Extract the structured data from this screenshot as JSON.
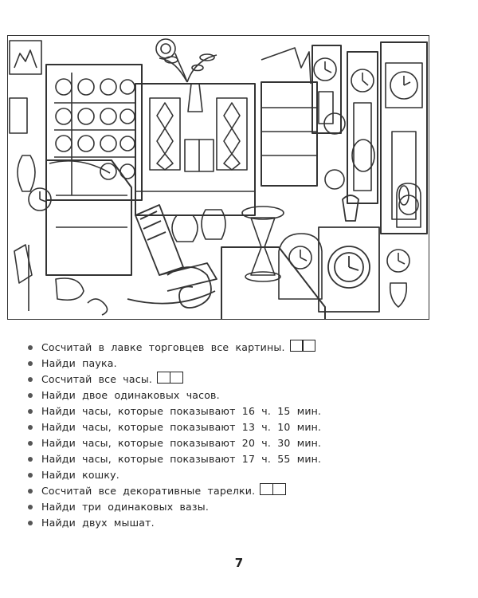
{
  "tasks": [
    {
      "text": "Сосчитай в лавке торговцев все картины.",
      "answer_boxes": 2
    },
    {
      "text": "Найди паука.",
      "answer_boxes": 0
    },
    {
      "text": "Сосчитай все часы.",
      "answer_boxes": 2
    },
    {
      "text": "Найди двое одинаковых часов.",
      "answer_boxes": 0
    },
    {
      "text": "Найди часы, которые показывают 16 ч. 15 мин.",
      "answer_boxes": 0
    },
    {
      "text": "Найди часы, которые показывают 13 ч. 10 мин.",
      "answer_boxes": 0
    },
    {
      "text": "Найди часы, которые показывают 20 ч. 30 мин.",
      "answer_boxes": 0
    },
    {
      "text": "Найди часы, которые показывают 17 ч. 55 мин.",
      "answer_boxes": 0
    },
    {
      "text": "Найди кошку.",
      "answer_boxes": 0
    },
    {
      "text": "Сосчитай все декоративные тарелки.",
      "answer_boxes": 2
    },
    {
      "text": "Найди три одинаковых вазы.",
      "answer_boxes": 0
    },
    {
      "text": "Найди двух мышат.",
      "answer_boxes": 0
    }
  ],
  "page_number": "7",
  "illustration": {
    "subject": "antique-shop-clocks-furniture",
    "line_color": "#333333",
    "paper_color": "#ffffff"
  }
}
